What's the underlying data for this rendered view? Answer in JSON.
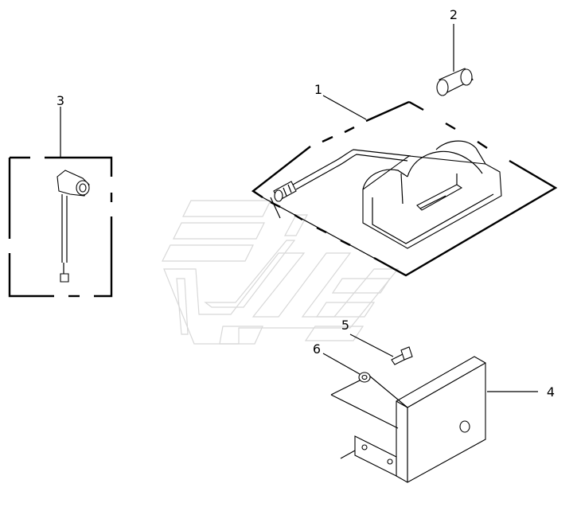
{
  "diagram": {
    "callouts": [
      {
        "id": "callout-1",
        "label": "1"
      },
      {
        "id": "callout-2",
        "label": "2"
      },
      {
        "id": "callout-3",
        "label": "3"
      },
      {
        "id": "callout-4",
        "label": "4"
      },
      {
        "id": "callout-5",
        "label": "5"
      },
      {
        "id": "callout-6",
        "label": "6"
      }
    ],
    "colors": {
      "line": "#000000",
      "watermark": "#d8d8d8",
      "background": "#ffffff"
    }
  }
}
